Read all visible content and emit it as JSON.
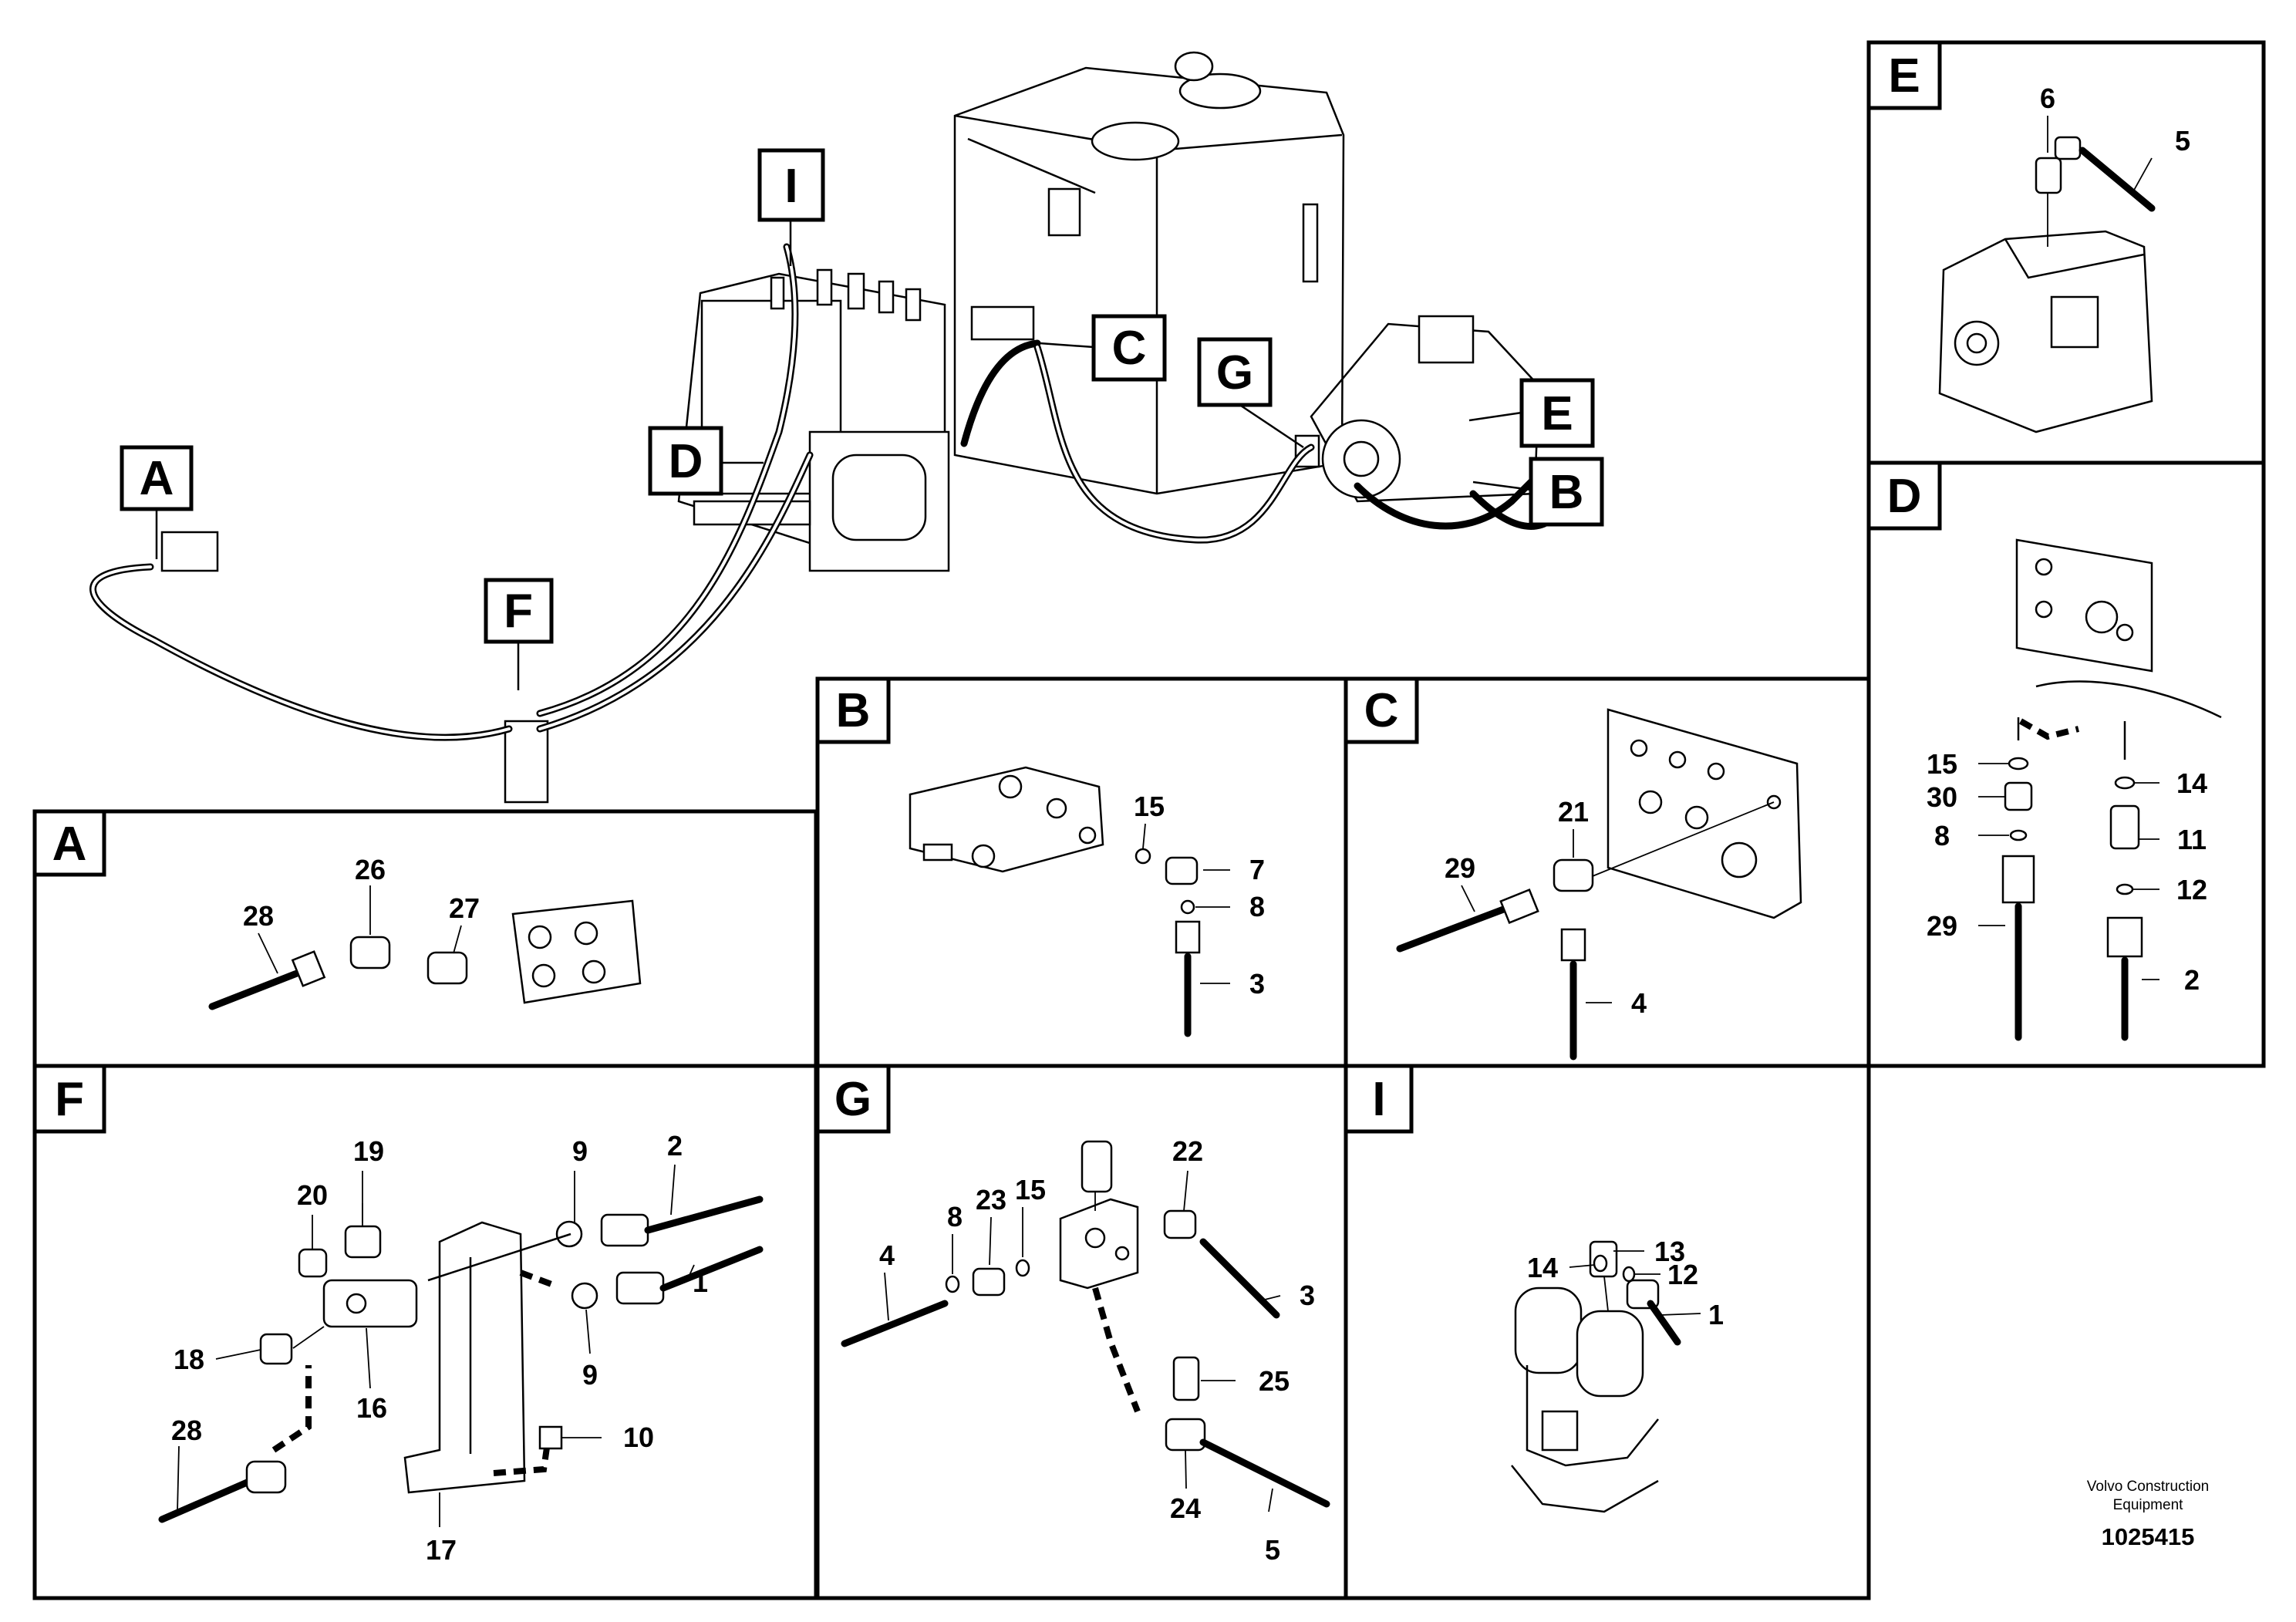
{
  "overview": {
    "callouts": [
      "I",
      "C",
      "G",
      "E",
      "D",
      "A",
      "F",
      "B"
    ]
  },
  "panels": {
    "A": {
      "title": "A",
      "labels": [
        "26",
        "27",
        "28"
      ]
    },
    "B": {
      "title": "B",
      "labels": [
        "15",
        "7",
        "8",
        "3"
      ]
    },
    "C": {
      "title": "C",
      "labels": [
        "21",
        "29",
        "4"
      ]
    },
    "D": {
      "title": "D",
      "labels": [
        "15",
        "30",
        "8",
        "29",
        "14",
        "11",
        "12",
        "2"
      ]
    },
    "E": {
      "title": "E",
      "labels": [
        "6",
        "5"
      ]
    },
    "F": {
      "title": "F",
      "labels": [
        "19",
        "20",
        "9",
        "2",
        "9",
        "1",
        "18",
        "16",
        "28",
        "10",
        "17"
      ]
    },
    "G": {
      "title": "G",
      "labels": [
        "22",
        "23",
        "15",
        "8",
        "4",
        "3",
        "25",
        "24",
        "5"
      ]
    },
    "I": {
      "title": "I",
      "labels": [
        "13",
        "14",
        "12",
        "1"
      ]
    }
  },
  "footer": {
    "credit_line1": "Volvo Construction",
    "credit_line2": "Equipment",
    "doc_number": "1025415"
  }
}
